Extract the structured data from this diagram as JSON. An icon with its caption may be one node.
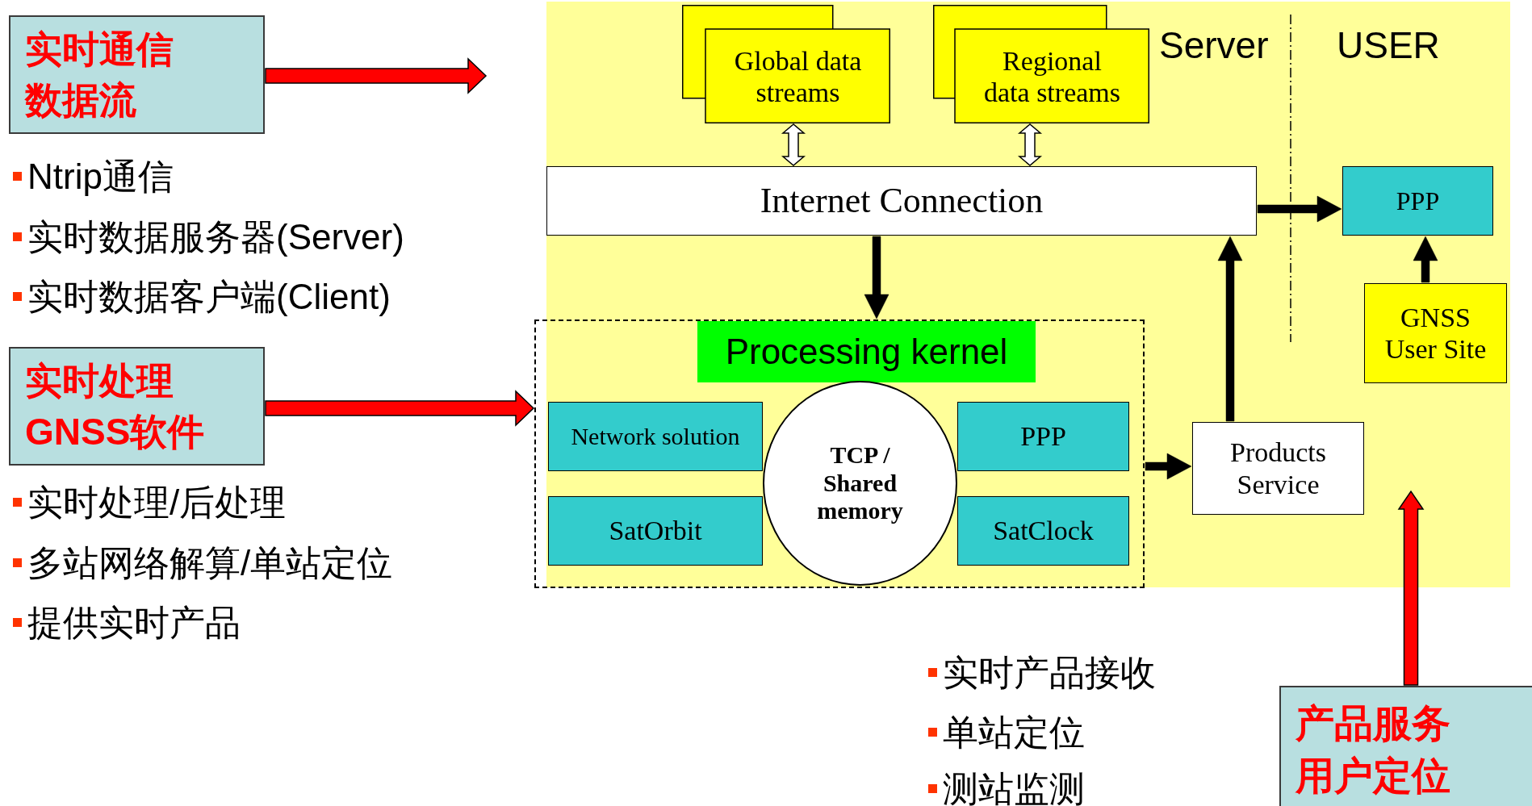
{
  "diagram": {
    "nodes": [
      {
        "text": [
          "实时通信数据流"
        ]
      },
      {
        "text": [
          "实时处理GNSS软件"
        ]
      },
      {
        "text": [
          "Global data streams"
        ]
      },
      {
        "text": [
          "Regional data streams"
        ]
      },
      {
        "text": [
          "Internet Connection"
        ]
      },
      {
        "text": [],
        "shape": "box"
      },
      {
        "text": [
          "Processing kernel"
        ],
        "in": 5
      },
      {
        "text": [
          "Network solution"
        ],
        "in": 5
      },
      {
        "text": [
          "SatOrbit"
        ],
        "in": 5
      },
      {
        "text": [
          "TCP / Shared memory"
        ],
        "in": 5
      },
      {
        "text": [
          "PPP"
        ],
        "in": 5
      },
      {
        "text": [
          "SatClock"
        ],
        "in": 5
      },
      {
        "text": [
          "Products Service"
        ]
      },
      {
        "text": [
          "PPP"
        ]
      },
      {
        "text": [
          "GNSS User Site"
        ]
      },
      {
        "text": [
          "产品服务用户定位"
        ]
      }
    ],
    "edges": [
      {
        "from": 0,
        "to": null,
        "arrow": "to",
        "color": "#ff0000"
      },
      {
        "from": 1,
        "to": 5,
        "arrow": "to",
        "color": "#ff0000"
      },
      {
        "from": 2,
        "to": 4,
        "arrow": "both"
      },
      {
        "from": 3,
        "to": 4,
        "arrow": "both"
      },
      {
        "from": 4,
        "to": 6,
        "arrow": "to"
      },
      {
        "from": 5,
        "to": 12,
        "arrow": "to"
      },
      {
        "from": 12,
        "to": 4,
        "arrow": "to"
      },
      {
        "from": 4,
        "to": 13,
        "arrow": "to"
      },
      {
        "from": 14,
        "to": 13,
        "arrow": "to"
      },
      {
        "from": 15,
        "to": null,
        "arrow": "to",
        "color": "#ff0000"
      }
    ],
    "labels": [
      "Server",
      "USER",
      "Ntrip通信",
      "实时数据服务器(Server)",
      "实时数据客户端(Client)",
      "实时处理/后处理",
      "多站网络解算/单站定位",
      "提供实时产品",
      "实时产品接收",
      "单站定位",
      "测站监测"
    ]
  }
}
